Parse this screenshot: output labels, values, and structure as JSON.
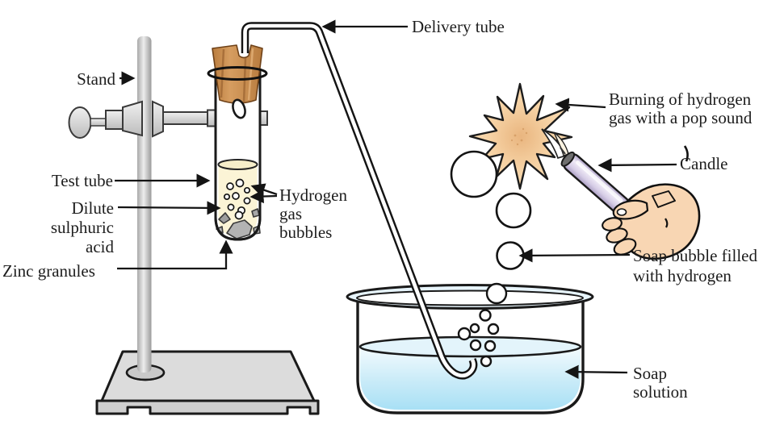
{
  "labels": {
    "stand": {
      "text": "Stand"
    },
    "test_tube": {
      "text": "Test tube"
    },
    "dilute_acid": {
      "lines": [
        "Dilute",
        "sulphuric",
        "acid"
      ]
    },
    "zinc": {
      "text": "Zinc granules"
    },
    "hydrogen_bubbles": {
      "lines": [
        "Hydrogen",
        "gas",
        "bubbles"
      ]
    },
    "delivery_tube": {
      "text": "Delivery tube"
    },
    "burning": {
      "lines": [
        "Burning of hydrogen",
        "gas with a pop sound"
      ]
    },
    "candle": {
      "text": "Candle"
    },
    "soap_bubble": {
      "lines": [
        "Soap bubble filled",
        "with hydrogen"
      ]
    },
    "soap_solution": {
      "lines": [
        "Soap",
        "solution"
      ]
    }
  },
  "colors": {
    "outline": "#1a1a1a",
    "cork": "#c5854a",
    "acid": "#fbf4d6",
    "zinc_granule": "#b3b3b3",
    "burst": "#f6d2a4",
    "candle": "#cfc5e0",
    "skin": "#f8d6b3",
    "water_top": "#f4fbfe",
    "water_bottom": "#a8e0f5",
    "stand_gray": "#cccccc"
  }
}
